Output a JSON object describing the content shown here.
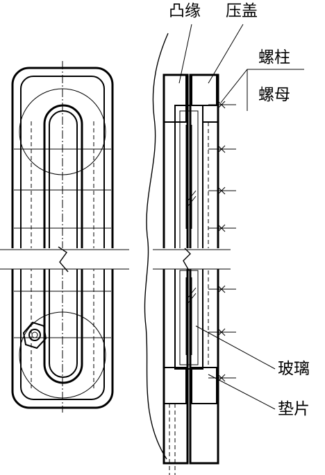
{
  "labels": {
    "flange": "凸缘",
    "cover": "压盖",
    "stud": "螺柱",
    "nut": "螺母",
    "glass": "玻璃",
    "gasket": "垫片"
  }
}
